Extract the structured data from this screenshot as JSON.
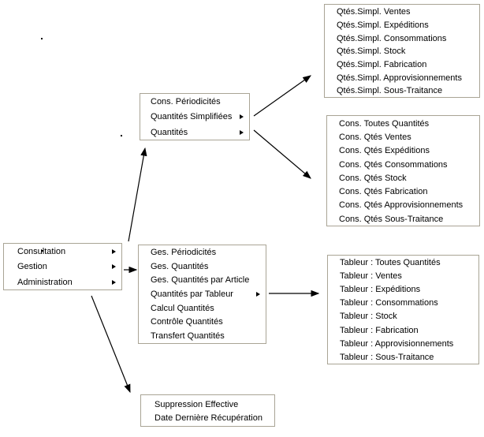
{
  "colors": {
    "page_background": "#ffffff",
    "box_background": "#ffffff",
    "box_border": "#a9a495",
    "arrow": "#000000",
    "text": "#000000"
  },
  "boxes": {
    "main_menu": {
      "items": [
        {
          "label": "Consultation",
          "submenu": true
        },
        {
          "label": "Gestion",
          "submenu": true
        },
        {
          "label": "Administration",
          "submenu": true
        }
      ]
    },
    "consultation_menu": {
      "items": [
        {
          "label": "Cons. Périodicités",
          "submenu": false
        },
        {
          "label": "Quantités Simplifiées",
          "submenu": true
        },
        {
          "label": "Quantités",
          "submenu": true
        }
      ]
    },
    "qtes_simplifiees_menu": {
      "items": [
        {
          "label": "Qtés.Simpl. Ventes"
        },
        {
          "label": "Qtés.Simpl. Expéditions"
        },
        {
          "label": "Qtés.Simpl. Consommations"
        },
        {
          "label": "Qtés.Simpl. Stock"
        },
        {
          "label": "Qtés.Simpl. Fabrication"
        },
        {
          "label": "Qtés.Simpl. Approvisionnements"
        },
        {
          "label": "Qtés.Simpl. Sous-Traitance"
        }
      ]
    },
    "cons_quantites_menu": {
      "items": [
        {
          "label": "Cons. Toutes Quantités"
        },
        {
          "label": "Cons. Qtés Ventes"
        },
        {
          "label": "Cons. Qtés Expéditions"
        },
        {
          "label": "Cons. Qtés Consommations"
        },
        {
          "label": "Cons. Qtés Stock"
        },
        {
          "label": "Cons. Qtés Fabrication"
        },
        {
          "label": "Cons. Qtés Approvisionnements"
        },
        {
          "label": "Cons. Qtés Sous-Traitance"
        }
      ]
    },
    "gestion_menu": {
      "items": [
        {
          "label": "Ges. Périodicités",
          "submenu": false
        },
        {
          "label": "Ges. Quantités",
          "submenu": false
        },
        {
          "label": "Ges. Quantités par Article",
          "submenu": false
        },
        {
          "label": "Quantités par Tableur",
          "submenu": true
        },
        {
          "label": "Calcul Quantités",
          "submenu": false
        },
        {
          "label": "Contrôle Quantités",
          "submenu": false
        },
        {
          "label": "Transfert Quantités",
          "submenu": false
        }
      ]
    },
    "tableur_menu": {
      "items": [
        {
          "label": "Tableur : Toutes Quantités"
        },
        {
          "label": "Tableur : Ventes"
        },
        {
          "label": "Tableur : Expéditions"
        },
        {
          "label": "Tableur : Consommations"
        },
        {
          "label": "Tableur : Stock"
        },
        {
          "label": "Tableur : Fabrication"
        },
        {
          "label": "Tableur : Approvisionnements"
        },
        {
          "label": "Tableur : Sous-Traitance"
        }
      ]
    },
    "administration_menu": {
      "items": [
        {
          "label": "Suppression Effective"
        },
        {
          "label": "Date Dernière Récupération"
        }
      ]
    }
  }
}
